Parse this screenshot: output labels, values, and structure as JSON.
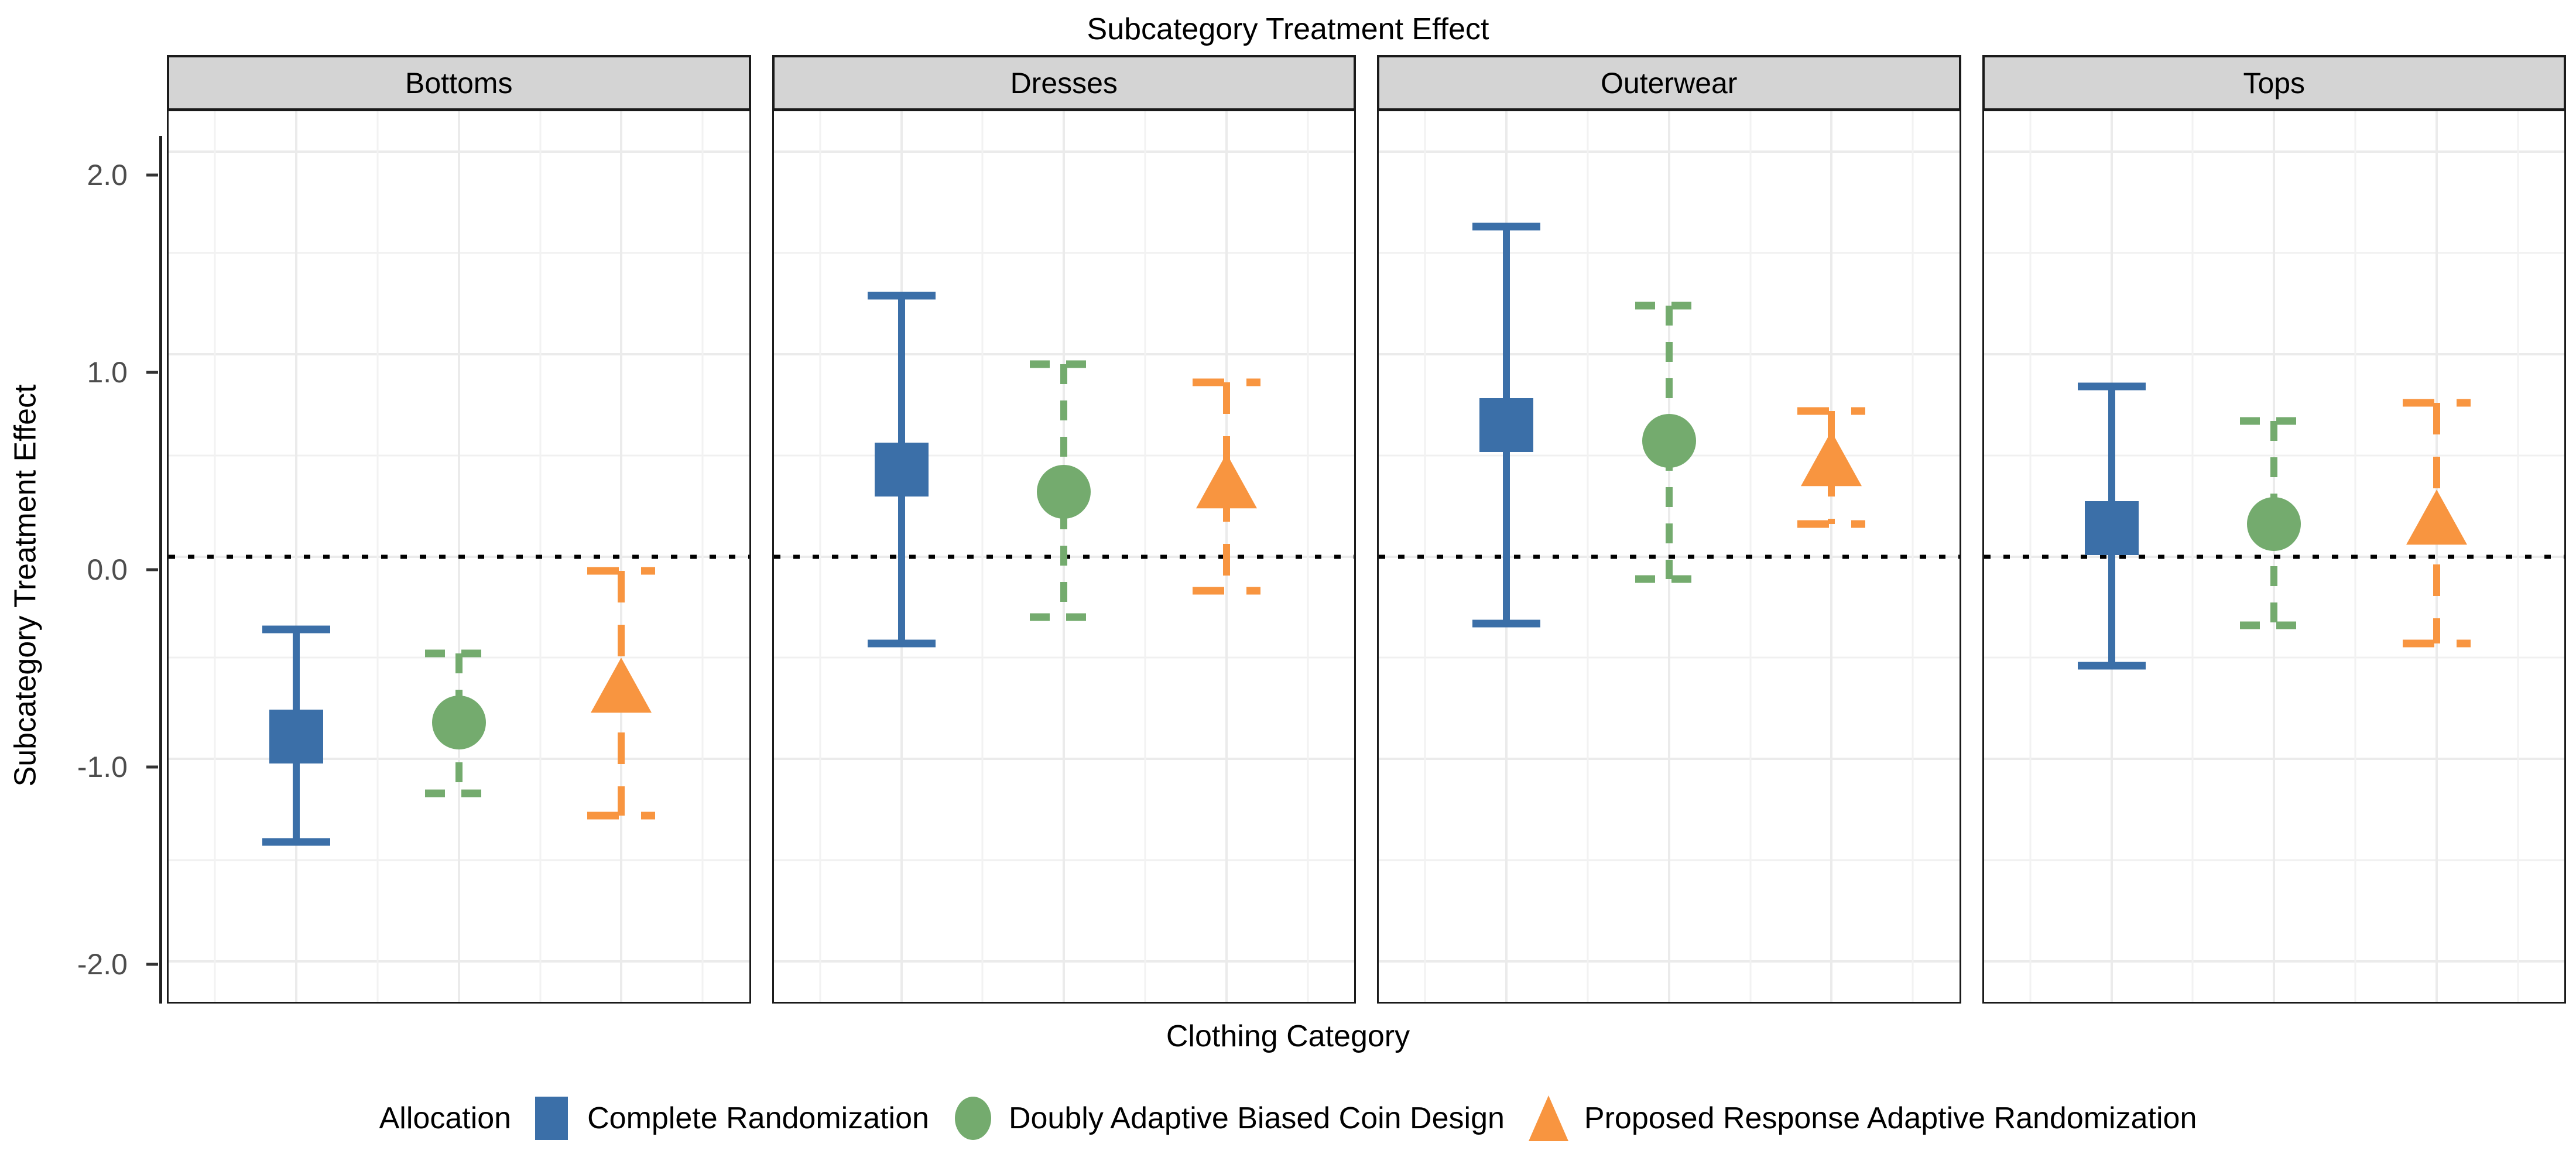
{
  "chart_data": {
    "type": "scatter",
    "title": "Subcategory Treatment Effect",
    "xlabel": "Clothing Category",
    "ylabel": "Subcategory Treatment Effect",
    "ylim": [
      -2.2,
      2.2
    ],
    "yticks": [
      "2.0",
      "1.0",
      "0.0",
      "-1.0",
      "-2.0"
    ],
    "ytick_values": [
      2.0,
      1.0,
      0.0,
      -1.0,
      -2.0
    ],
    "minor_gridlines": [
      1.5,
      0.5,
      -0.5,
      -1.5
    ],
    "grid": true,
    "legend_position": "bottom",
    "reference_line": 0.0,
    "categories": [
      "Bottoms",
      "Dresses",
      "Outerwear",
      "Tops"
    ],
    "legend_title": "Allocation",
    "series": [
      {
        "name": "Complete Randomization",
        "color": "#3b6fa8",
        "marker": "square",
        "linetype": "solid",
        "estimates": [
          -0.89,
          0.43,
          0.65,
          0.14
        ],
        "ci_lower": [
          -1.41,
          -0.43,
          -0.33,
          -0.54
        ],
        "ci_upper": [
          -0.36,
          1.29,
          1.63,
          0.84
        ]
      },
      {
        "name": "Doubly Adaptive Biased Coin Design",
        "color": "#74ab6e",
        "marker": "circle",
        "linetype": "dashed",
        "estimates": [
          -0.82,
          0.32,
          0.57,
          0.16
        ],
        "ci_lower": [
          -1.17,
          -0.3,
          -0.11,
          -0.34
        ],
        "ci_upper": [
          -0.48,
          0.95,
          1.24,
          0.67
        ]
      },
      {
        "name": "Proposed Response Adaptive Randomization",
        "color": "#f89540",
        "marker": "triangle",
        "linetype": "longdash",
        "estimates": [
          -0.65,
          0.36,
          0.47,
          0.18
        ],
        "ci_lower": [
          -1.28,
          -0.17,
          0.16,
          -0.43
        ],
        "ci_upper": [
          -0.07,
          0.86,
          0.72,
          0.76
        ]
      }
    ]
  },
  "colors": {
    "complete_randomization": "#3b6fa8",
    "doubly_adaptive": "#74ab6e",
    "proposed_rar": "#f89540",
    "panel_strip": "#d4d4d4",
    "gridline": "#ebebeb",
    "axis_text": "#4d4d4d"
  }
}
